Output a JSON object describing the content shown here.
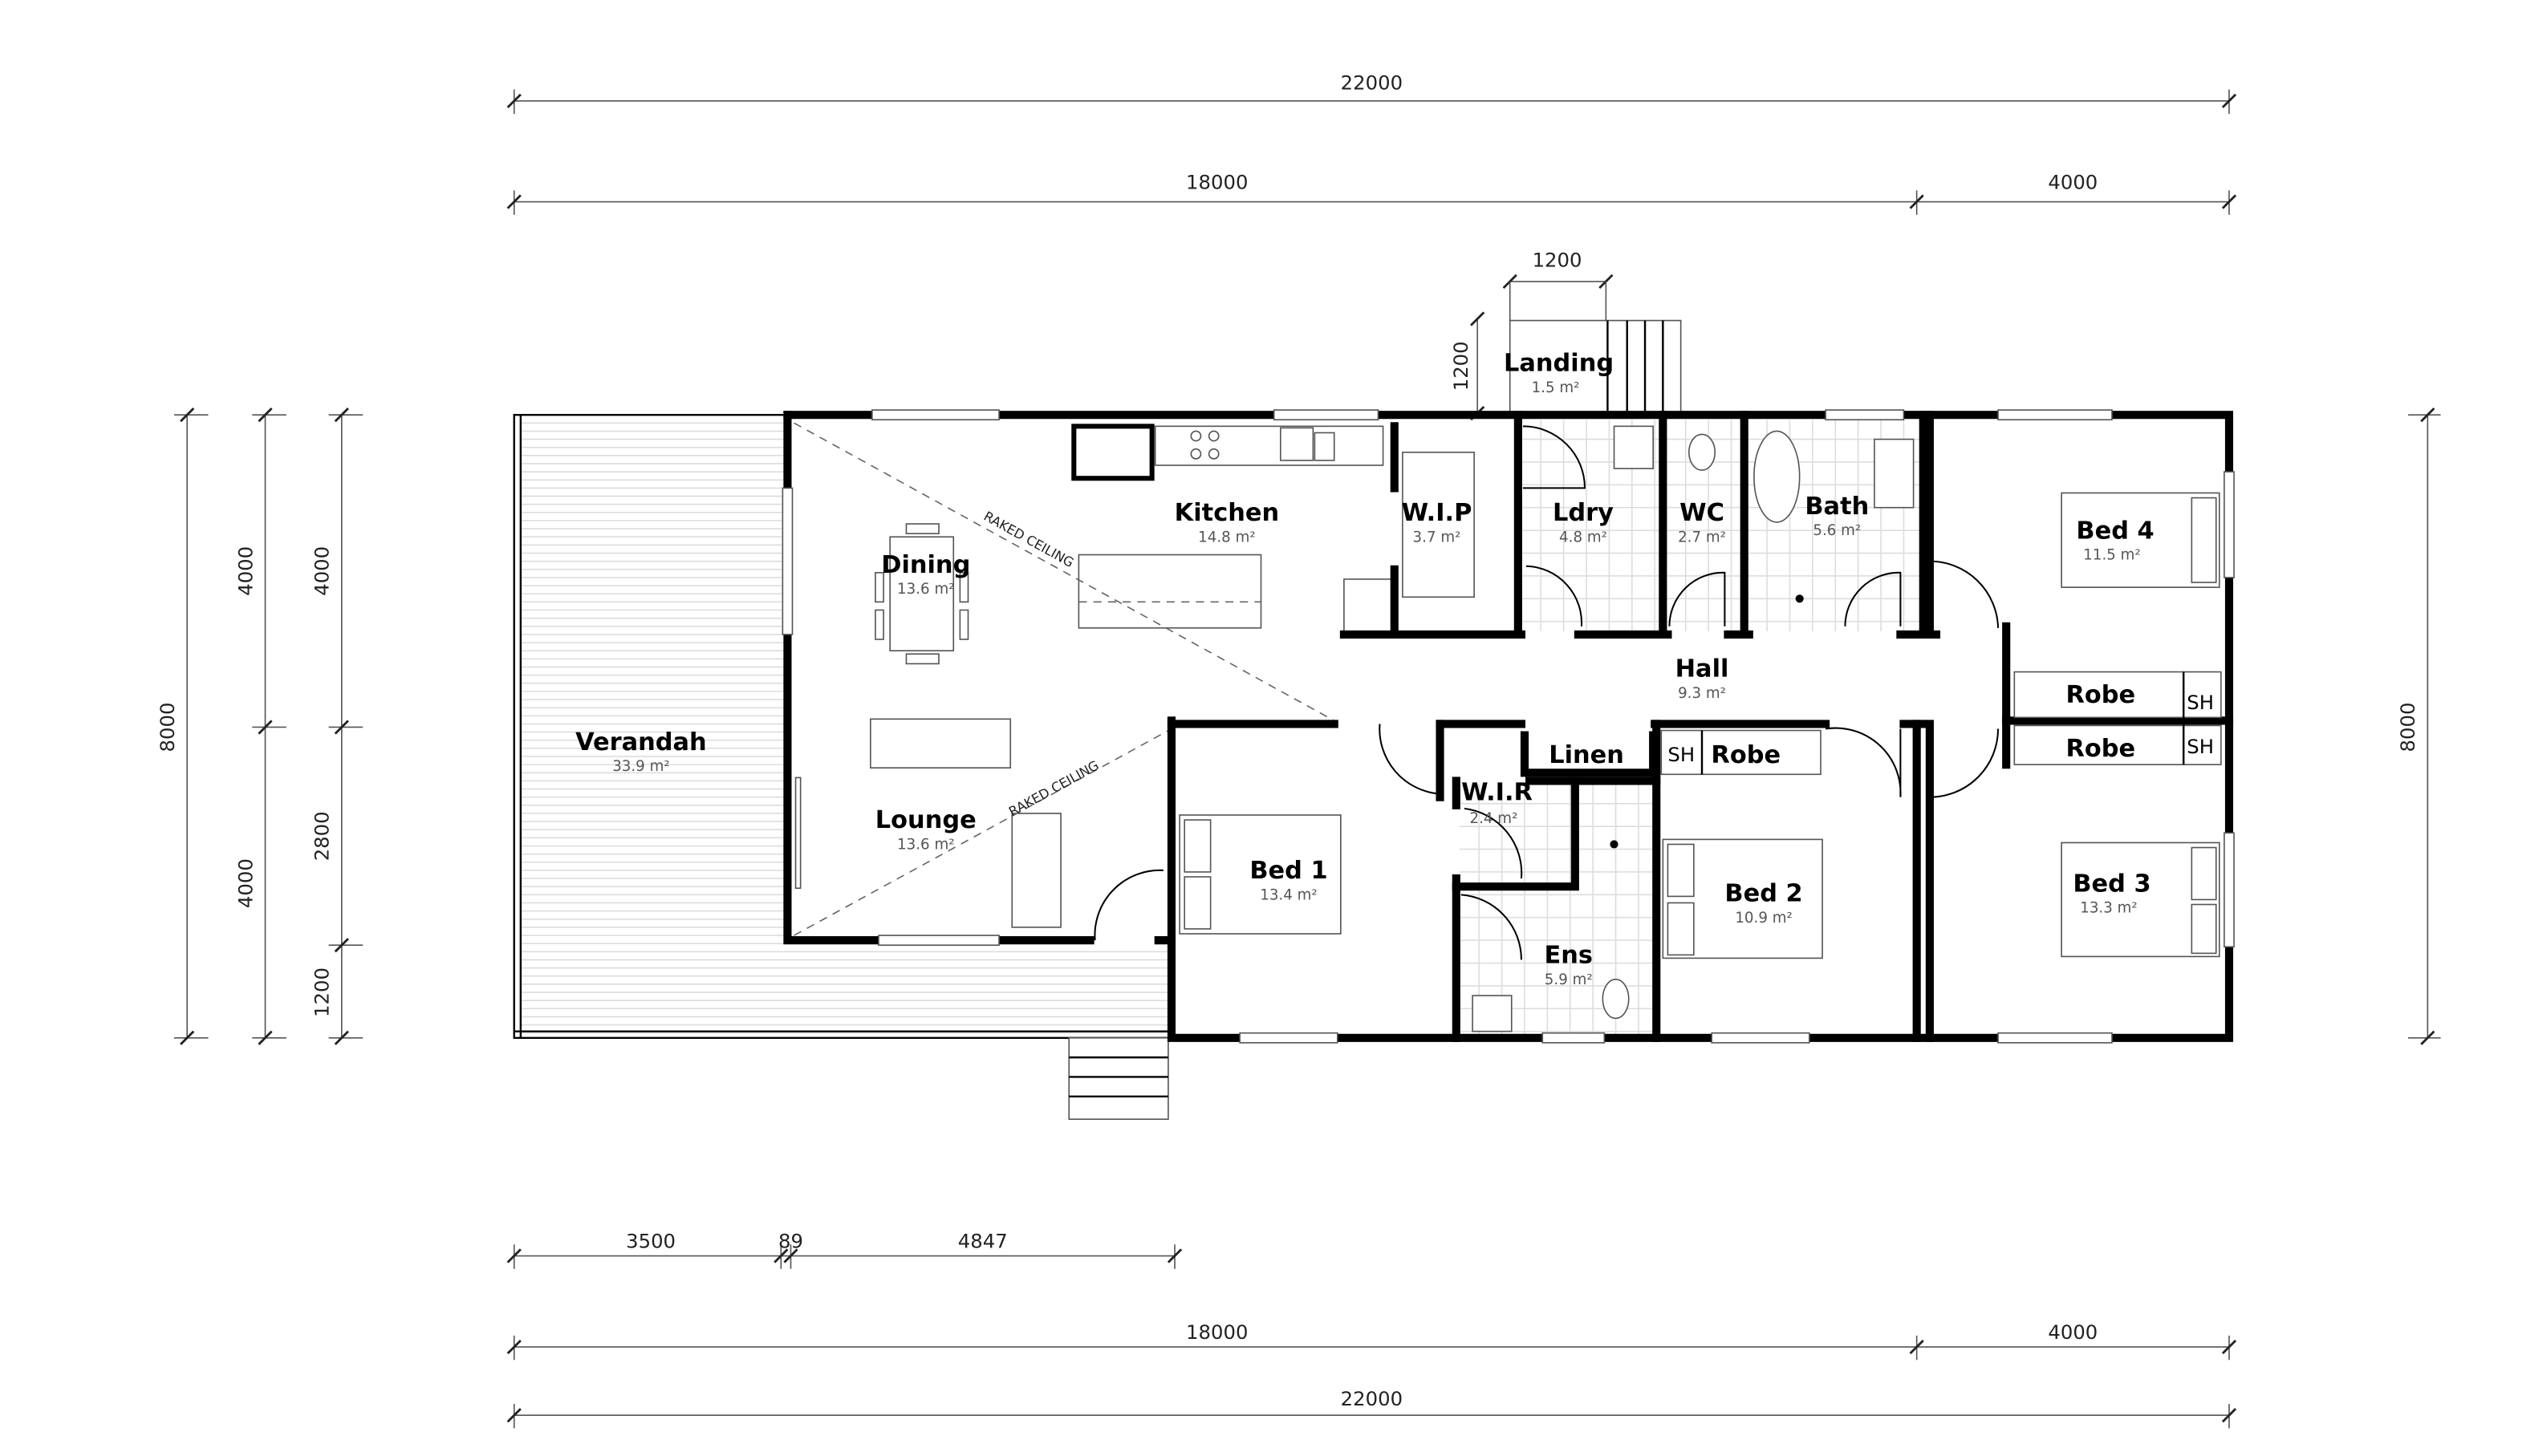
{
  "plan": {
    "rooms": [
      {
        "name": "Verandah",
        "area": "33.9 m²"
      },
      {
        "name": "Dining",
        "area": "13.6 m²"
      },
      {
        "name": "Kitchen",
        "area": "14.8 m²"
      },
      {
        "name": "W.I.P",
        "area": "3.7 m²"
      },
      {
        "name": "Ldry",
        "area": "4.8 m²"
      },
      {
        "name": "WC",
        "area": "2.7 m²"
      },
      {
        "name": "Bath",
        "area": "5.6 m²"
      },
      {
        "name": "Bed 4",
        "area": "11.5 m²"
      },
      {
        "name": "Hall",
        "area": "9.3 m²"
      },
      {
        "name": "Lounge",
        "area": "13.6 m²"
      },
      {
        "name": "Bed 1",
        "area": "13.4 m²"
      },
      {
        "name": "W.I.R",
        "area": "2.4 m²"
      },
      {
        "name": "Ens",
        "area": "5.9 m²"
      },
      {
        "name": "Bed 2",
        "area": "10.9 m²"
      },
      {
        "name": "Bed 3",
        "area": "13.3 m²"
      },
      {
        "name": "Landing",
        "area": "1.5 m²"
      }
    ],
    "labels": {
      "linen": "Linen",
      "robe": "Robe",
      "shelf": "SH",
      "raked_ceiling": "RAKED CEILING"
    }
  },
  "dimensions": {
    "top_overall": "22000",
    "top_main": "18000",
    "top_right": "4000",
    "landing_width": "1200",
    "landing_depth": "1200",
    "left_overall": "8000",
    "left_a_upper": "4000",
    "left_a_lower": "4000",
    "left_b_upper": "4000",
    "left_b_mid": "2800",
    "left_b_lower": "1200",
    "right_overall": "8000",
    "bottom_a": "3500",
    "bottom_b": "89",
    "bottom_c": "4847",
    "bottom_main": "18000",
    "bottom_right": "4000",
    "bottom_overall": "22000"
  }
}
